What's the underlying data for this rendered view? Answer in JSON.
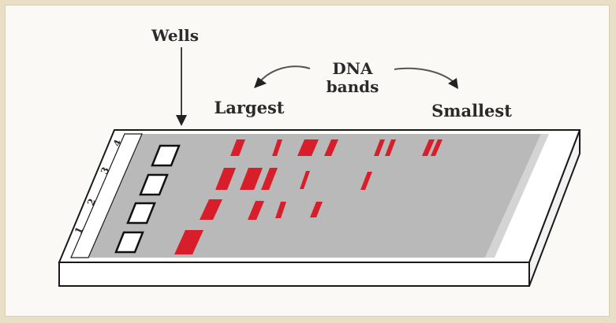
{
  "labels": {
    "wells": "Wells",
    "dna_bands_line1": "DNA",
    "dna_bands_line2": "bands",
    "largest": "Largest",
    "smallest": "Smallest"
  },
  "lanes": [
    "1",
    "2",
    "3",
    "4"
  ],
  "colors": {
    "background": "#e9dfc6",
    "panel": "#fbf9f6",
    "gel_surface": "#b9b9b9",
    "band": "#d81e2a",
    "tray_edge": "#ffffff",
    "outline": "#1a1a1a"
  },
  "icons": [
    "wells-arrow-icon",
    "largest-arrow-icon",
    "smallest-arrow-icon"
  ]
}
